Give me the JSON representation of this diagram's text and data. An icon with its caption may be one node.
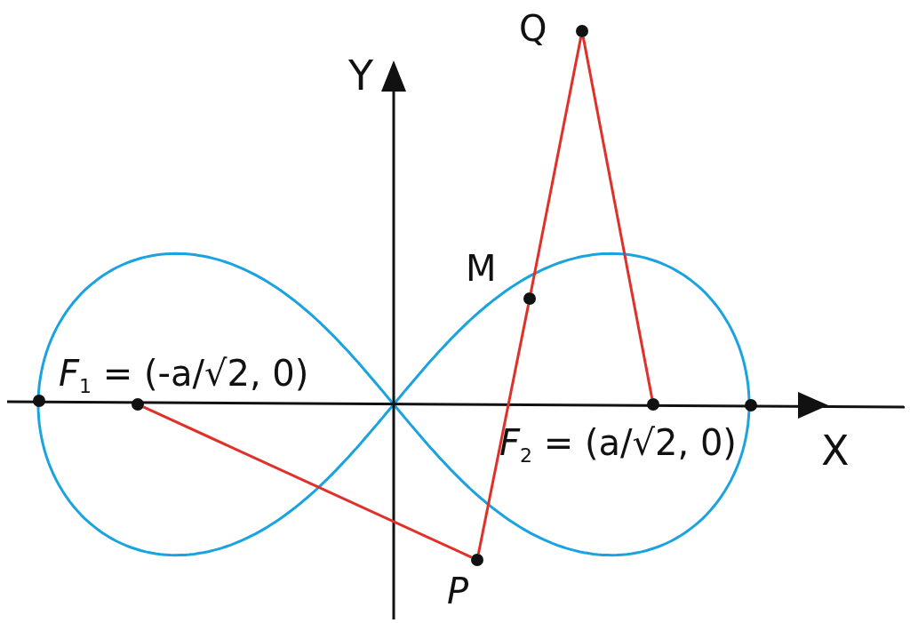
{
  "diagram": {
    "nodes": [
      {
        "text": [],
        "shape": "circle",
        "beside": [
          "*F*$_{1}$ = (-a/√2, 0)"
        ]
      },
      {
        "text": [],
        "shape": "circle",
        "beside": [
          "*F*$_{2}$ = (a/√2, 0)"
        ]
      },
      {
        "text": [],
        "shape": "circle",
        "beside": [
          "P"
        ]
      },
      {
        "text": [],
        "shape": "circle",
        "beside": [
          "Q"
        ]
      },
      {
        "text": [],
        "shape": "circle",
        "beside": [
          "M"
        ]
      },
      {
        "text": [],
        "shape": "circle"
      },
      {
        "text": [],
        "shape": "circle"
      }
    ],
    "edges": [
      {
        "from": 0,
        "to": 2,
        "arrow": "none"
      },
      {
        "from": 2,
        "to": 4,
        "arrow": "none"
      },
      {
        "from": 4,
        "to": 3,
        "arrow": "none"
      },
      {
        "from": 3,
        "to": 1,
        "arrow": "none"
      }
    ],
    "labels": [
      "Y",
      "X"
    ]
  }
}
